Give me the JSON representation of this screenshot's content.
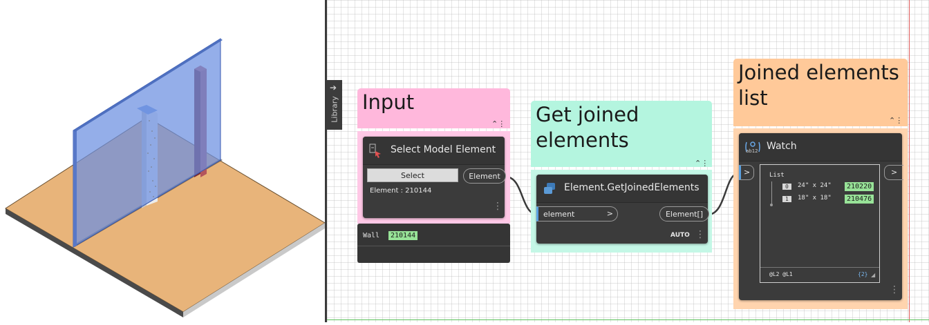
{
  "library": {
    "label": "Library"
  },
  "groups": {
    "input": {
      "title": "Input",
      "color": "#ffb8dc"
    },
    "get_joined": {
      "title": "Get joined elements",
      "color": "#b4f5df"
    },
    "joined_list": {
      "title": "Joined elements list",
      "color": "#ffc999"
    }
  },
  "select_node": {
    "title": "Select Model Element",
    "button_label": "Select",
    "element_text": "Element : 210144",
    "output_port": "Element",
    "preview_type": "Wall",
    "preview_id": "210144"
  },
  "joined_node": {
    "title": "Element.GetJoinedElements",
    "input_port": "element",
    "input_arrow": ">",
    "output_port": "Element[]",
    "lacing": "AUTO"
  },
  "watch_node": {
    "title": "Watch",
    "icon_label": "ab12",
    "input_arrow": ">",
    "output_arrow": ">",
    "list_header": "List",
    "items": [
      {
        "index": "0",
        "text": "24\" x 24\"",
        "id": "210220"
      },
      {
        "index": "1",
        "text": "18\" x 18\"",
        "id": "210476"
      }
    ],
    "levels": "@L2 @L1",
    "count": "{2}"
  },
  "colors": {
    "wall": "#6b8fe0",
    "floor": "#e8b47a",
    "column_concrete": "#e0e0e0",
    "column_steel": "#9c3a40"
  }
}
